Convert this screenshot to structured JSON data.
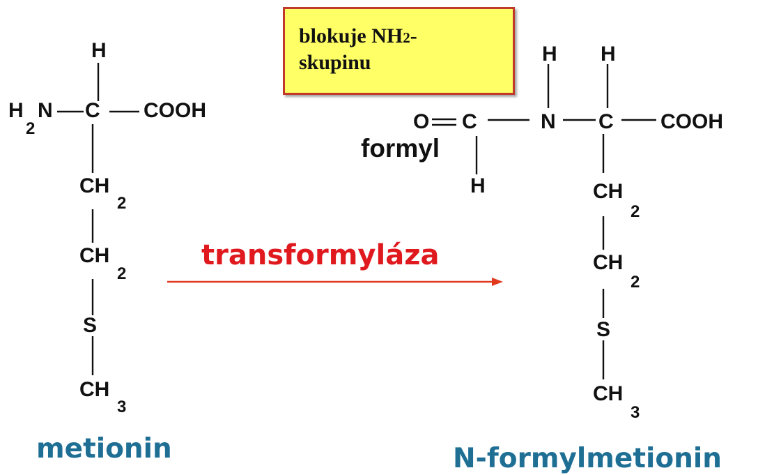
{
  "note": {
    "line1": "blokuje NH",
    "line1_sub": "2",
    "line1_end": "-",
    "line2": "skupinu"
  },
  "formyl_label": "formyl",
  "enzyme_label": "transformyláza",
  "reactant": {
    "name": "metionin",
    "atoms": {
      "h_top": "H",
      "h2n": "H",
      "h2n_sub": "2",
      "n": "N",
      "c": "C",
      "cooh": "COOH",
      "ch2_a": "CH",
      "ch2_a_sub": "2",
      "ch2_b": "CH",
      "ch2_b_sub": "2",
      "s": "S",
      "ch3": "CH",
      "ch3_sub": "3"
    }
  },
  "product": {
    "name": "N-formylmetionin",
    "atoms": {
      "o": "O",
      "c_formyl": "C",
      "h_formyl": "H",
      "n": "N",
      "h_n": "H",
      "c": "C",
      "h_c": "H",
      "cooh": "COOH",
      "ch2_a": "CH",
      "ch2_a_sub": "2",
      "ch2_b": "CH",
      "ch2_b_sub": "2",
      "s": "S",
      "ch3": "CH",
      "ch3_sub": "3"
    }
  },
  "colors": {
    "enzyme": "#e0191e",
    "arrow": "#e0391e",
    "name": "#1f6f95",
    "note_bg": "#ffff66",
    "note_border": "#c0392b"
  }
}
